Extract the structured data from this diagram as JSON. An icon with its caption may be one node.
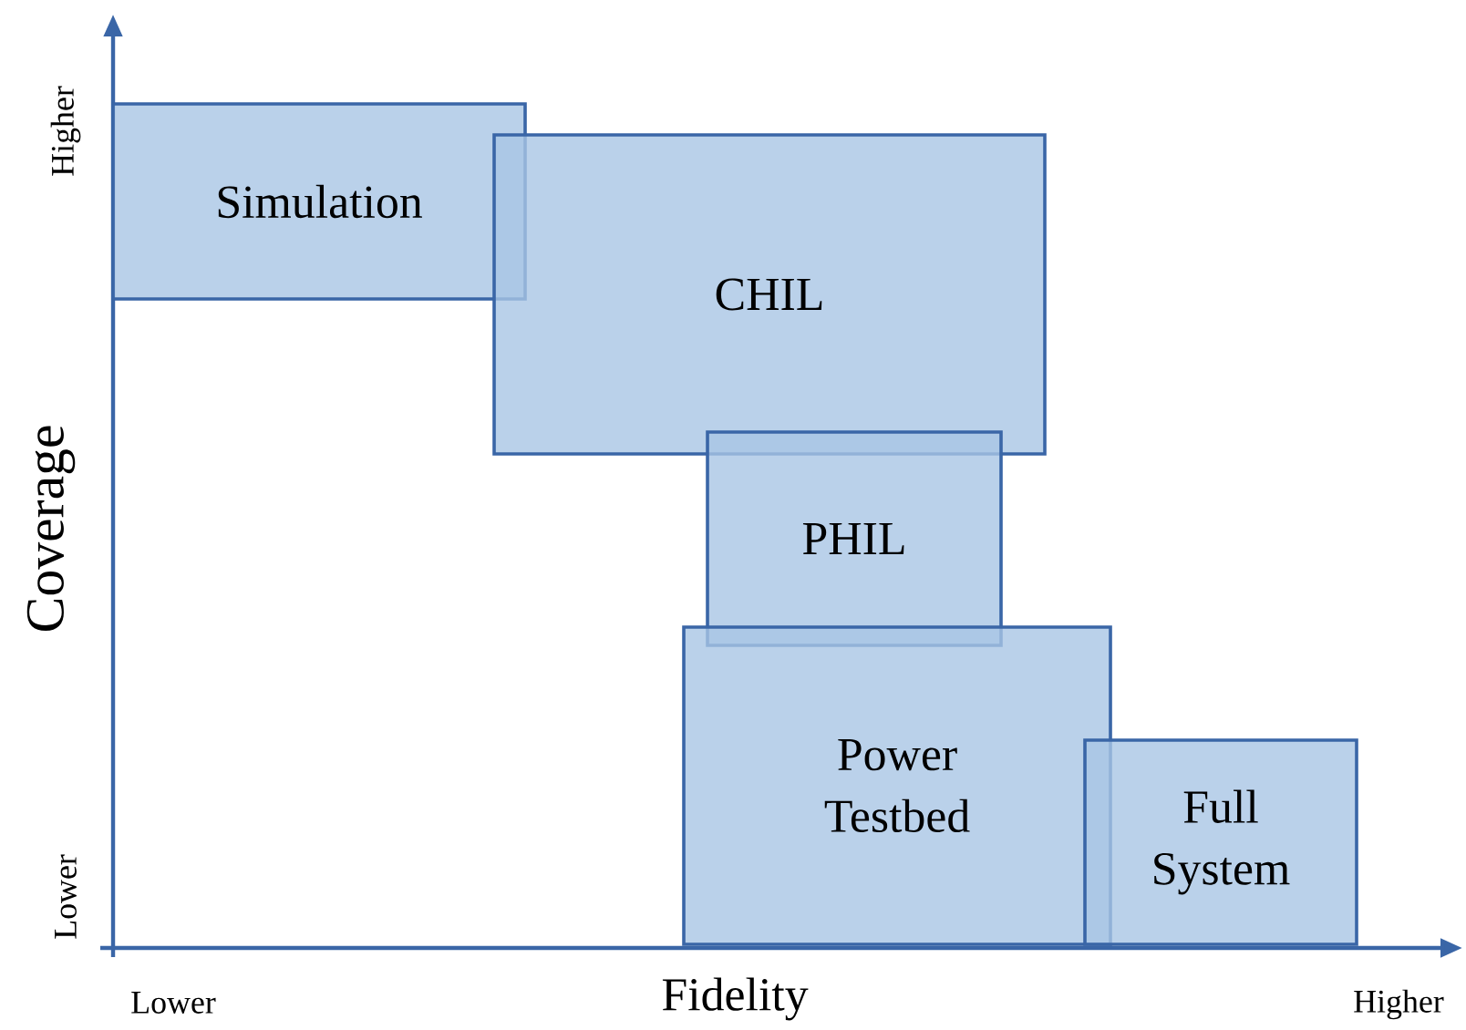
{
  "diagram": {
    "nodes": [
      {
        "text": [
          "Simulation"
        ]
      },
      {
        "text": [
          "CHIL"
        ]
      },
      {
        "text": [
          "PHIL"
        ]
      },
      {
        "text": [
          "Power Testbed"
        ]
      },
      {
        "text": [
          "Full System"
        ]
      }
    ],
    "labels": [
      "Higher",
      "Coverage",
      "Lower",
      "Lower",
      "Fidelity",
      "Higher"
    ]
  }
}
